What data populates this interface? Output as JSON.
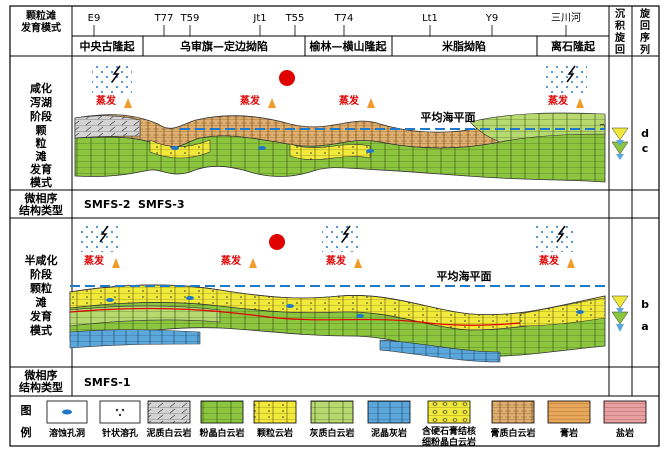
{
  "header": {
    "col1_line1": "颗粒滩",
    "col1_line2": "发育模式",
    "sedim_cycle": [
      "沉",
      "积",
      "旋",
      "回"
    ],
    "cycle_seq": [
      "旋",
      "回",
      "序",
      "列"
    ]
  },
  "wells": [
    "E9",
    "T77",
    "T59",
    "Jt1",
    "T55",
    "T74",
    "Lt1",
    "Y9",
    "三川河"
  ],
  "zones": [
    "中央古隆起",
    "乌审旗—定边拗陷",
    "榆林—横山隆起",
    "米脂拗陷",
    "离石隆起"
  ],
  "upper": {
    "stage_label": [
      "咸化",
      "泻湖",
      "阶段",
      "颗",
      "粒",
      "滩",
      "发育",
      "模式"
    ],
    "evap": [
      "蒸发",
      "蒸发",
      "蒸发",
      "蒸发"
    ],
    "sea_level": "平均海平面",
    "cycles": [
      "d",
      "c"
    ]
  },
  "micro1": {
    "label": [
      "微相序",
      "结构类型"
    ],
    "types": [
      "SMFS-2",
      "SMFS-3"
    ]
  },
  "lower": {
    "stage_label": [
      "半咸化",
      "阶段",
      "颗粒",
      "滩",
      "发育",
      "模式"
    ],
    "evap": [
      "蒸发",
      "蒸发",
      "蒸发",
      "蒸发"
    ],
    "sea_level": "平均海平面",
    "cycles": [
      "b",
      "a"
    ]
  },
  "micro2": {
    "label": [
      "微相序",
      "结构类型"
    ],
    "types": [
      "SMFS-1"
    ]
  },
  "legend": {
    "title": [
      "图",
      "例"
    ],
    "items": [
      {
        "name": "溶蚀孔洞",
        "line2": ""
      },
      {
        "name": "针状溶孔",
        "line2": ""
      },
      {
        "name": "泥质白云岩",
        "line2": ""
      },
      {
        "name": "粉晶白云岩",
        "line2": ""
      },
      {
        "name": "颗粒云岩",
        "line2": ""
      },
      {
        "name": "灰质白云岩",
        "line2": ""
      },
      {
        "name": "泥晶灰岩",
        "line2": ""
      },
      {
        "name": "含硬石膏结核",
        "line2": "细粉晶白云岩"
      },
      {
        "name": "膏质白云岩",
        "line2": ""
      },
      {
        "name": "膏岩",
        "line2": ""
      },
      {
        "name": "盐岩",
        "line2": ""
      }
    ]
  },
  "colors": {
    "dolomite_green": "#8cc63f",
    "grain_yellow": "#f2ea3a",
    "limestone_blue": "#5ba7dc",
    "gypsum_orange": "#e8a85c",
    "salt_pink": "#e8a0a0",
    "marl_gray": "#cfcfcf",
    "evap_red": "#e00000",
    "sea_blue": "#1f78c8"
  }
}
